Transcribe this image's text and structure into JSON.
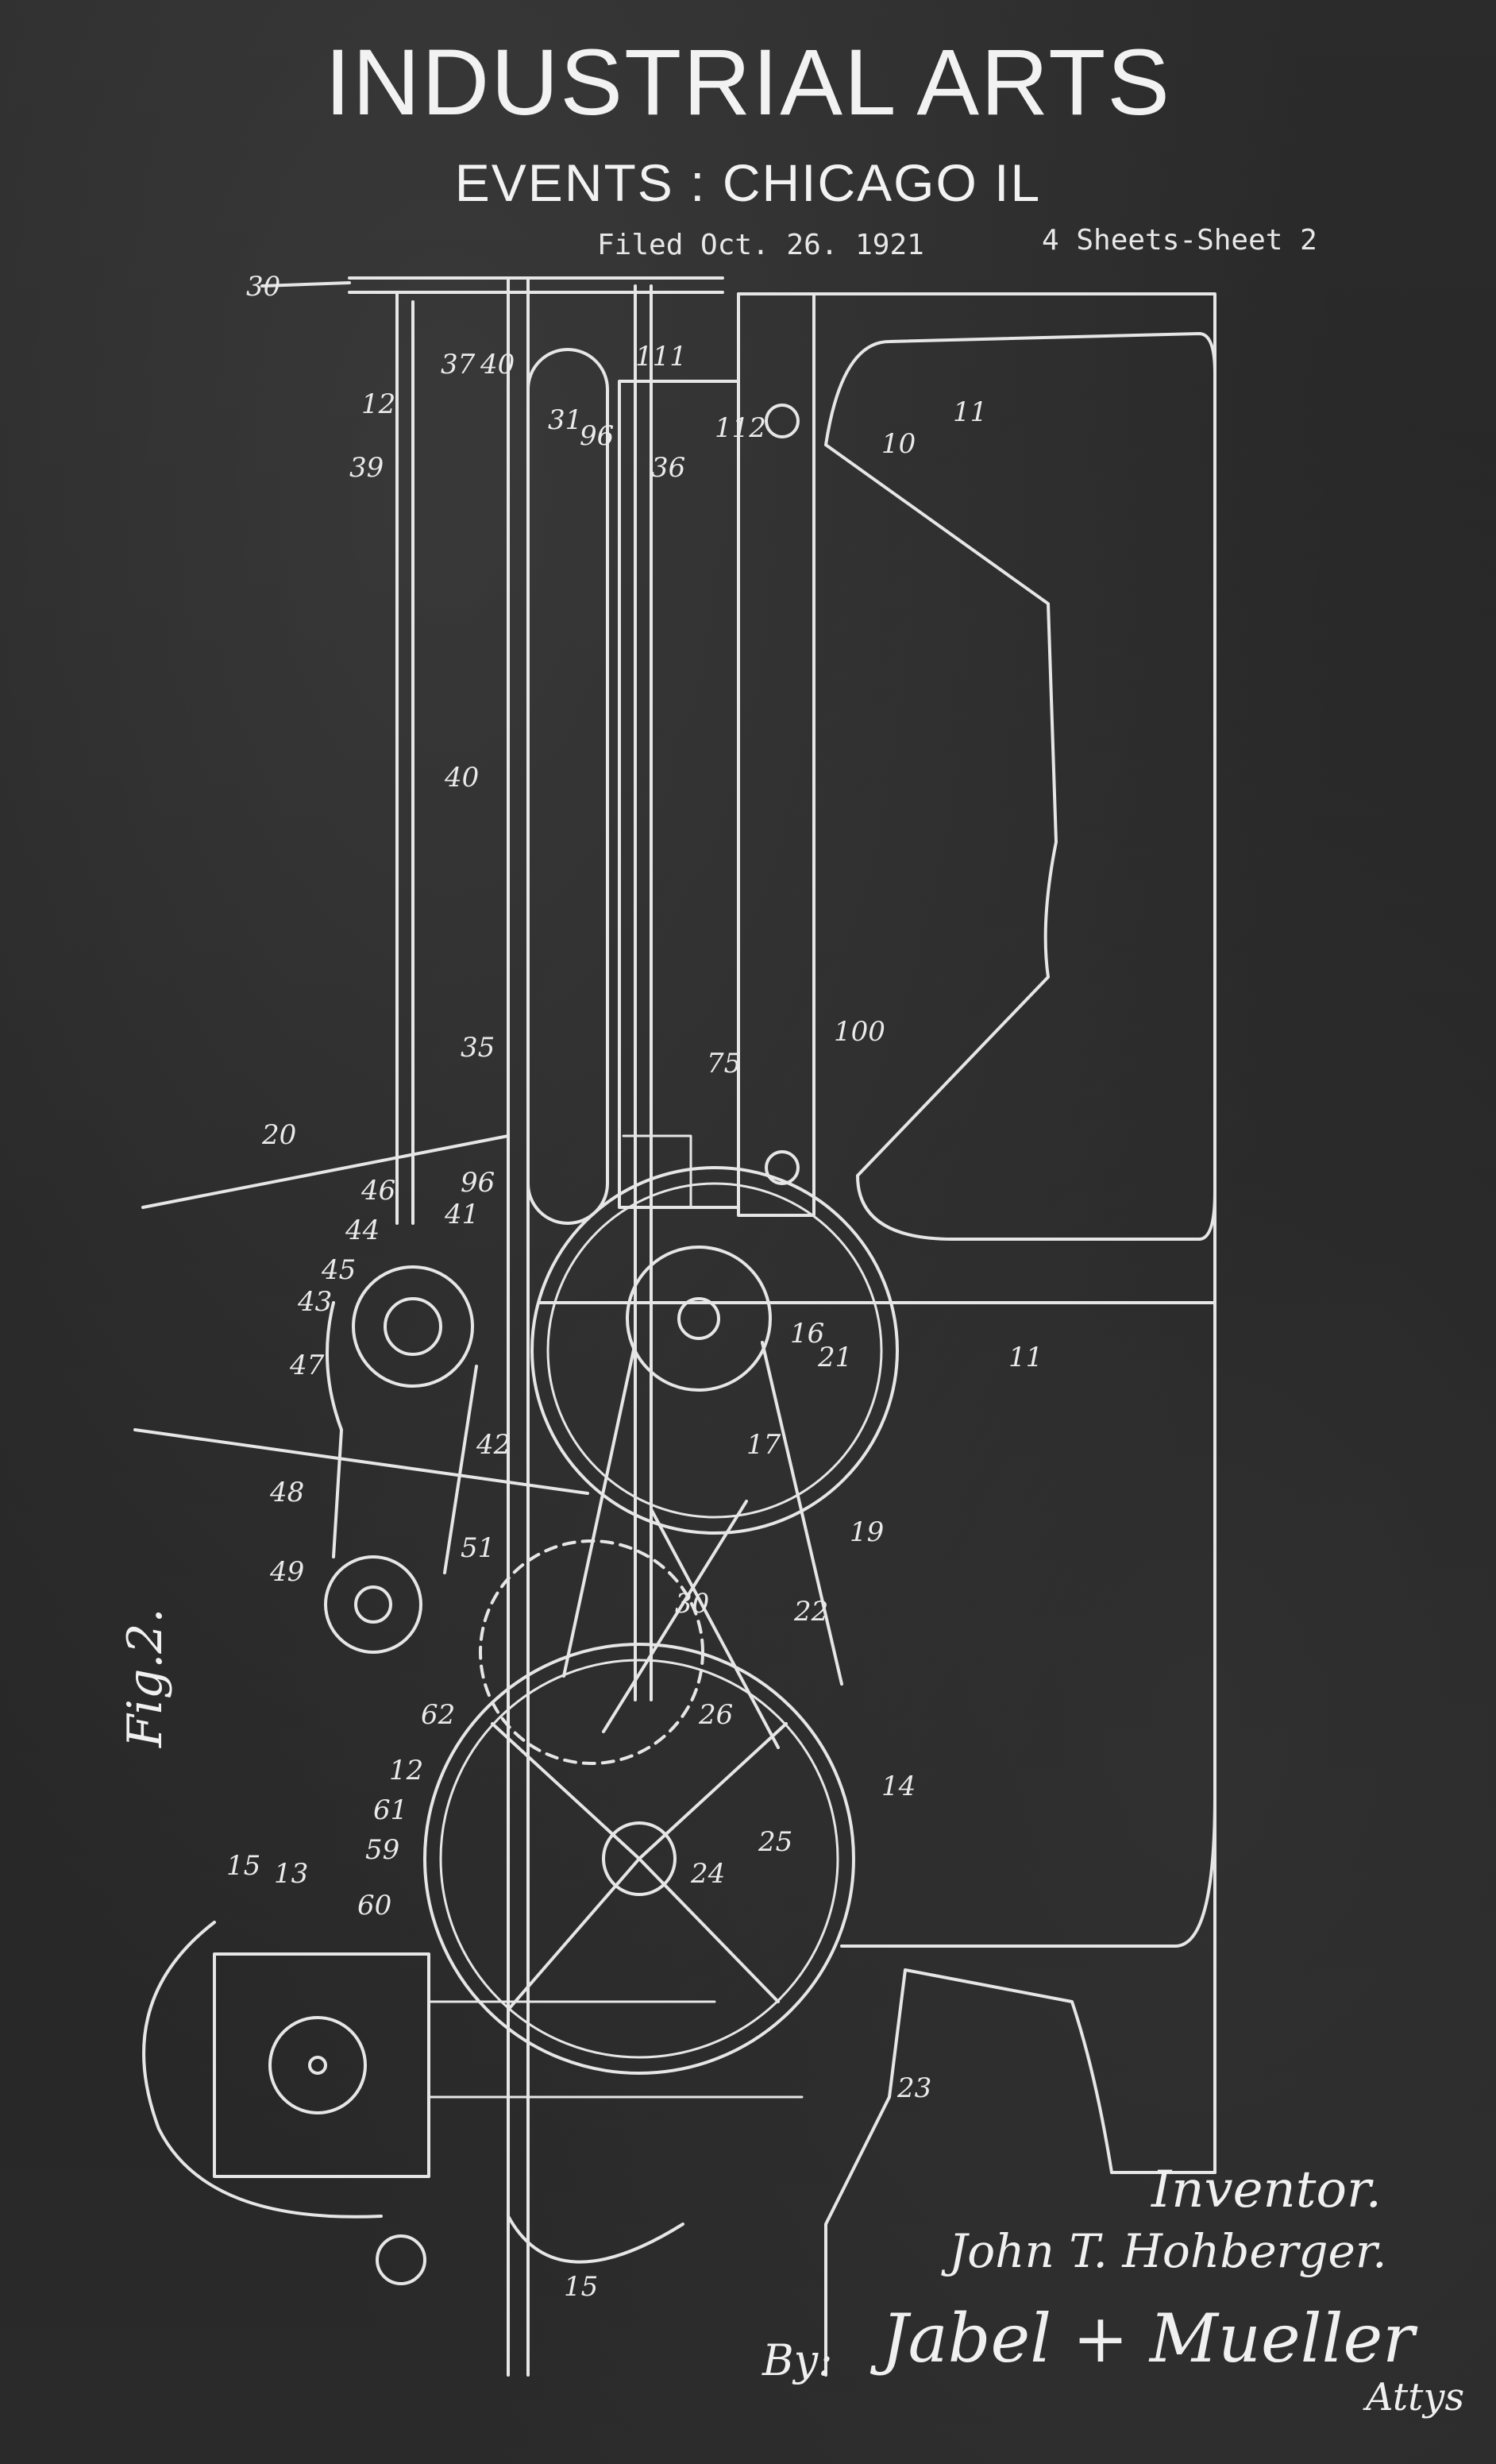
{
  "header": {
    "title": "INDUSTRIAL ARTS",
    "subtitle": "EVENTS : CHICAGO IL"
  },
  "patent": {
    "filed": "Filed Oct. 26. 1921",
    "sheets": "4 Sheets-Sheet 2",
    "figure_label": "Fig.2.",
    "inventor_heading": "Inventor.",
    "inventor_name": "John T. Hohberger.",
    "by": "By:",
    "attorneys_signature": "Jabel + Mueller",
    "attys": "Attys"
  },
  "reference_numerals": [
    "30",
    "37",
    "40",
    "111",
    "36",
    "112",
    "31",
    "96",
    "12",
    "39",
    "10",
    "11",
    "40",
    "35",
    "75",
    "100",
    "20",
    "96",
    "41",
    "46",
    "44",
    "45",
    "43",
    "47",
    "42",
    "48",
    "51",
    "49",
    "16",
    "21",
    "17",
    "22",
    "30",
    "19",
    "11",
    "26",
    "14",
    "25",
    "24",
    "62",
    "12",
    "61",
    "59",
    "60",
    "15",
    "13",
    "23",
    "15"
  ],
  "colors": {
    "background": "#262626",
    "ink": "#eaeaea"
  }
}
